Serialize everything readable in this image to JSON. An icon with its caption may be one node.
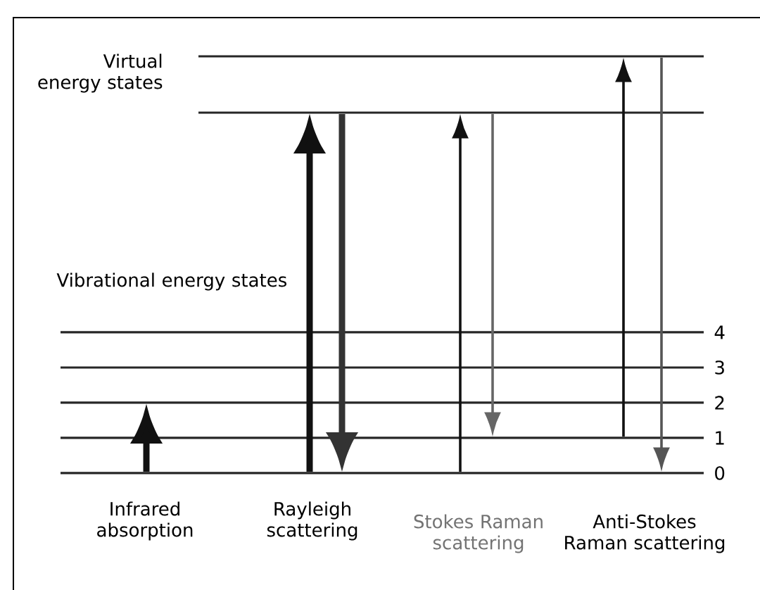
{
  "diagram": {
    "nodes": [
      {
        "text": [],
        "shape": "bar"
      },
      {
        "text": [],
        "shape": "bar"
      },
      {
        "text": [],
        "shape": "bar",
        "beside": [
          "4"
        ]
      },
      {
        "text": [],
        "shape": "bar",
        "beside": [
          "3"
        ]
      },
      {
        "text": [],
        "shape": "bar",
        "beside": [
          "2"
        ]
      },
      {
        "text": [],
        "shape": "bar",
        "beside": [
          "1"
        ]
      },
      {
        "text": [],
        "shape": "bar",
        "beside": [
          "0"
        ]
      }
    ],
    "edges": [
      {
        "from": 6,
        "to": 4,
        "arrow": "to",
        "style": "thick"
      },
      {
        "from": 6,
        "to": 1,
        "arrow": "to",
        "style": "thick"
      },
      {
        "from": 1,
        "to": 6,
        "arrow": "to",
        "style": "thick",
        "color": "#333333"
      },
      {
        "from": 6,
        "to": 1,
        "arrow": "to"
      },
      {
        "from": 1,
        "to": 5,
        "arrow": "to",
        "color": "#666666"
      },
      {
        "from": 5,
        "to": 0,
        "arrow": "to"
      },
      {
        "from": 0,
        "to": 6,
        "arrow": "to",
        "color": "#555555"
      }
    ],
    "labels": [
      "Virtual energy states",
      "Vibrational energy states",
      "Infrared absorption",
      "Rayleigh scattering",
      "Stokes Raman scattering",
      "Anti-Stokes Raman scattering"
    ]
  }
}
